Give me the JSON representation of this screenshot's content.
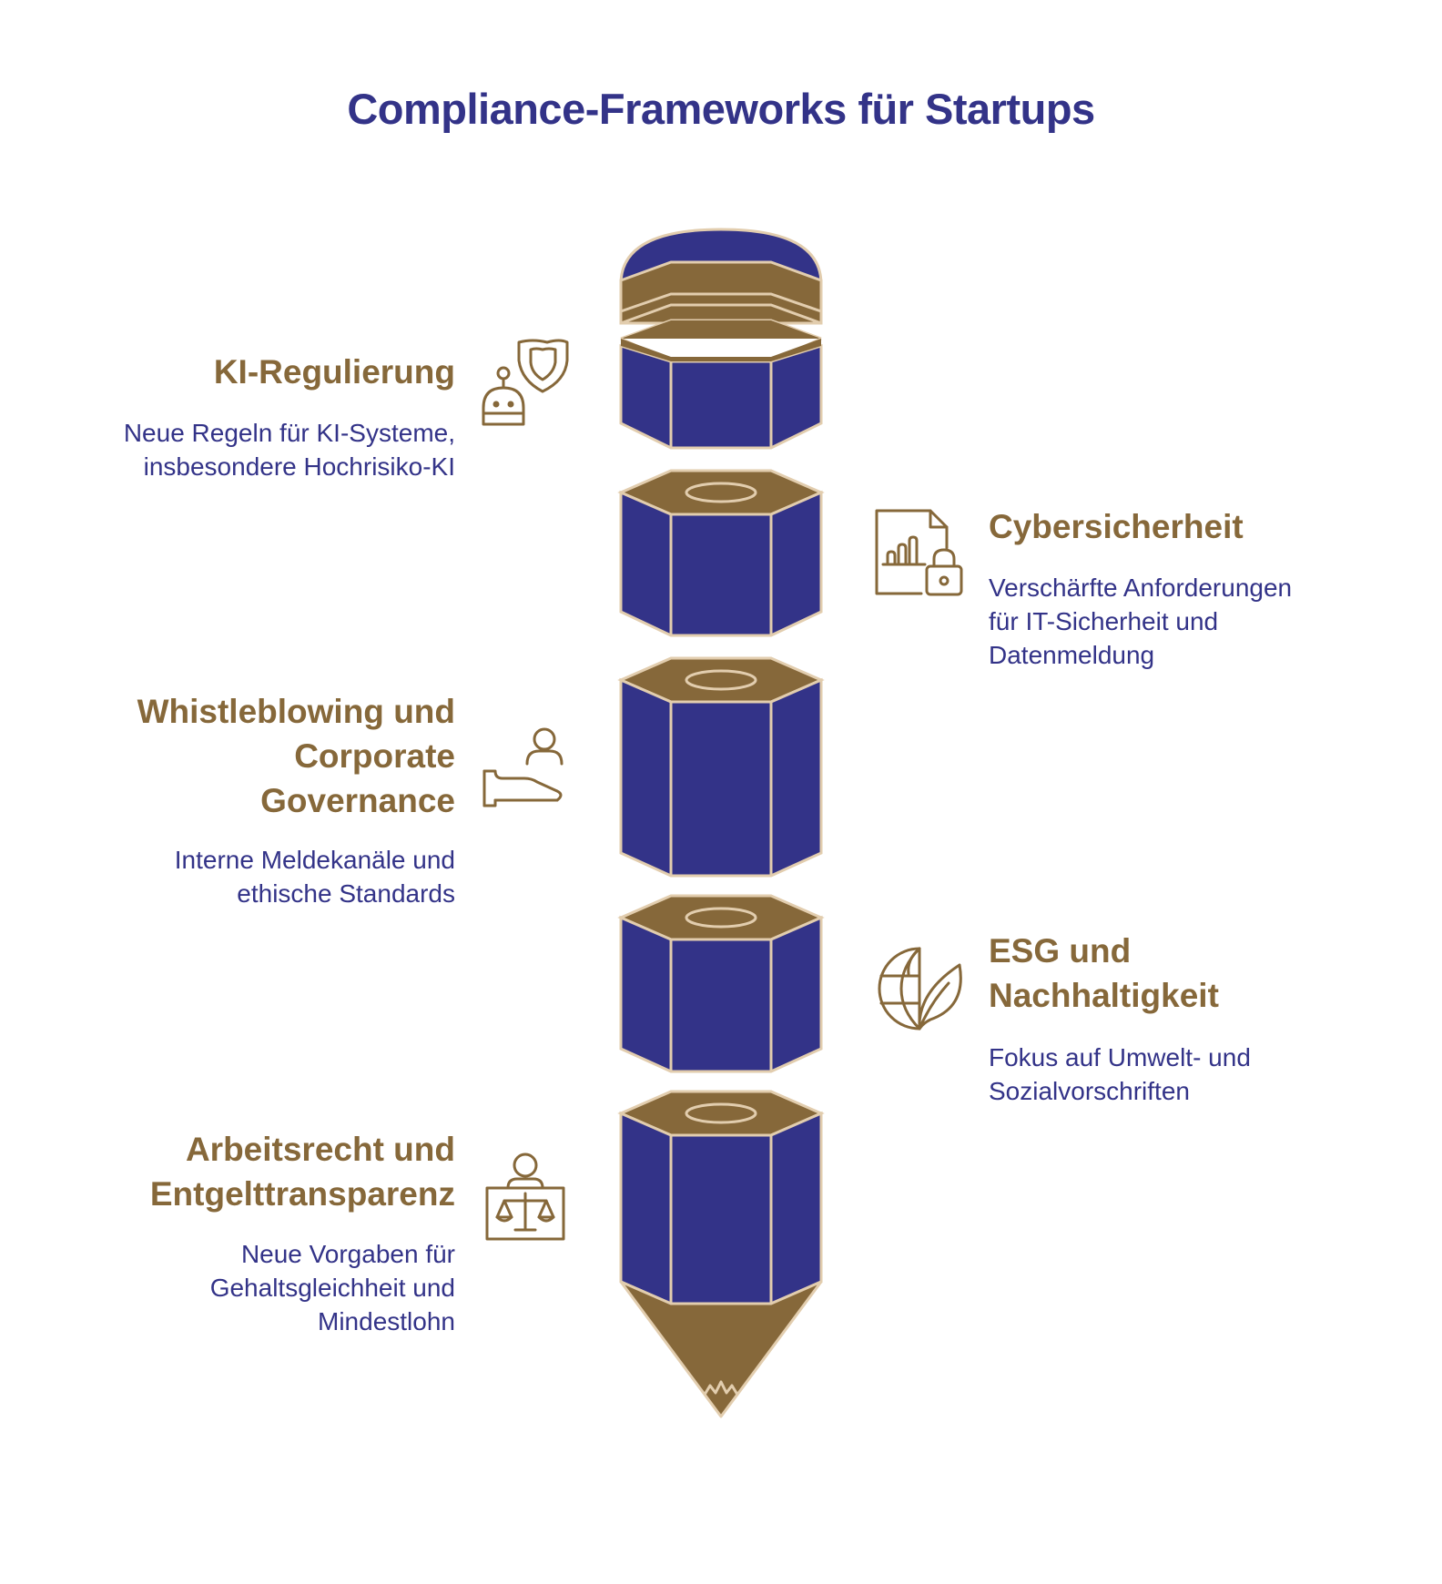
{
  "title": "Compliance-Frameworks für Startups",
  "colors": {
    "navy": "#333388",
    "gold": "#86683A",
    "outline": "#E2CDAE"
  },
  "items": [
    {
      "heading": "KI-Regulierung",
      "description": "Neue Regeln für KI-Systeme,\ninsbesondere Hochrisiko-KI",
      "icon": "robot-shield-icon",
      "side": "left"
    },
    {
      "heading": "Cybersicherheit",
      "description": "Verschärfte Anforderungen\nfür IT-Sicherheit und\nDatenmeldung",
      "icon": "document-lock-icon",
      "side": "right"
    },
    {
      "heading": "Whistleblowing und\nCorporate\nGovernance",
      "description": "Interne Meldekanäle und\nethische Standards",
      "icon": "hand-person-icon",
      "side": "left"
    },
    {
      "heading": "ESG und\nNachhaltigkeit",
      "description": "Fokus auf Umwelt- und\nSozialvorschriften",
      "icon": "globe-leaf-icon",
      "side": "right"
    },
    {
      "heading": "Arbeitsrecht und\nEntgelttransparenz",
      "description": "Neue Vorgaben für\nGehaltsgleichheit und\nMindestlohn",
      "icon": "person-scales-icon",
      "side": "left"
    }
  ]
}
